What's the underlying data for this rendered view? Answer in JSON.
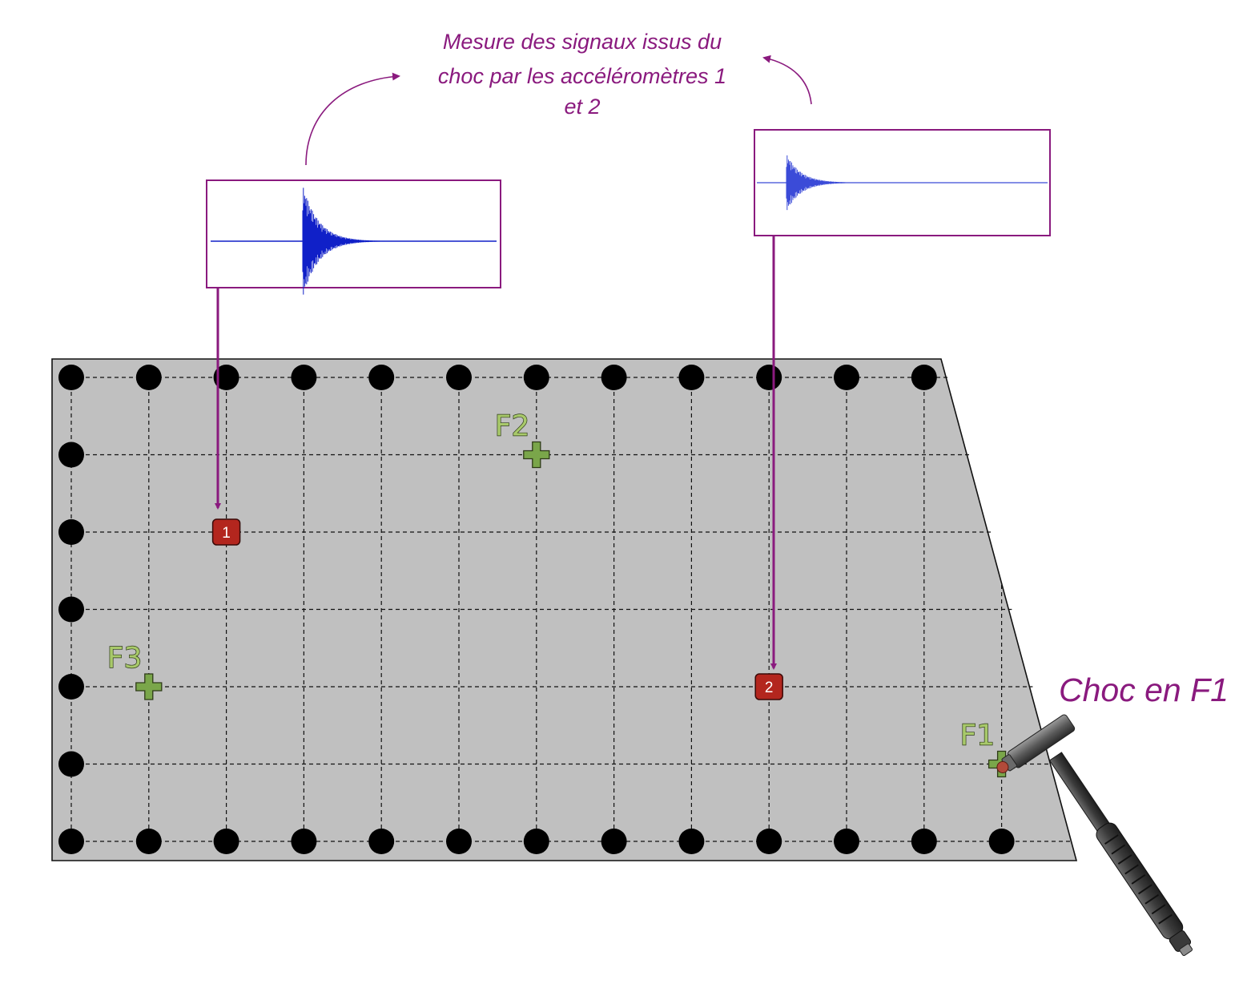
{
  "caption": {
    "lines": [
      "Mesure des signaux issus du",
      "choc par les accéléromètres 1",
      "et 2"
    ]
  },
  "impact_caption": "Choc en F1",
  "force_points": [
    {
      "label": "F1",
      "col": 12,
      "row": 5
    },
    {
      "label": "F2",
      "col": 6,
      "row": 1
    },
    {
      "label": "F3",
      "col": 1,
      "row": 4
    }
  ],
  "accelerometers": [
    {
      "label": "1",
      "col": 2,
      "row": 2
    },
    {
      "label": "2",
      "col": 9,
      "row": 4
    }
  ],
  "colors": {
    "accent": "#8a1a7e",
    "plate": "#c0c0c0",
    "sensor": "#b3261e",
    "force_mark": "#7aa64a",
    "signal": "#1020c8"
  }
}
